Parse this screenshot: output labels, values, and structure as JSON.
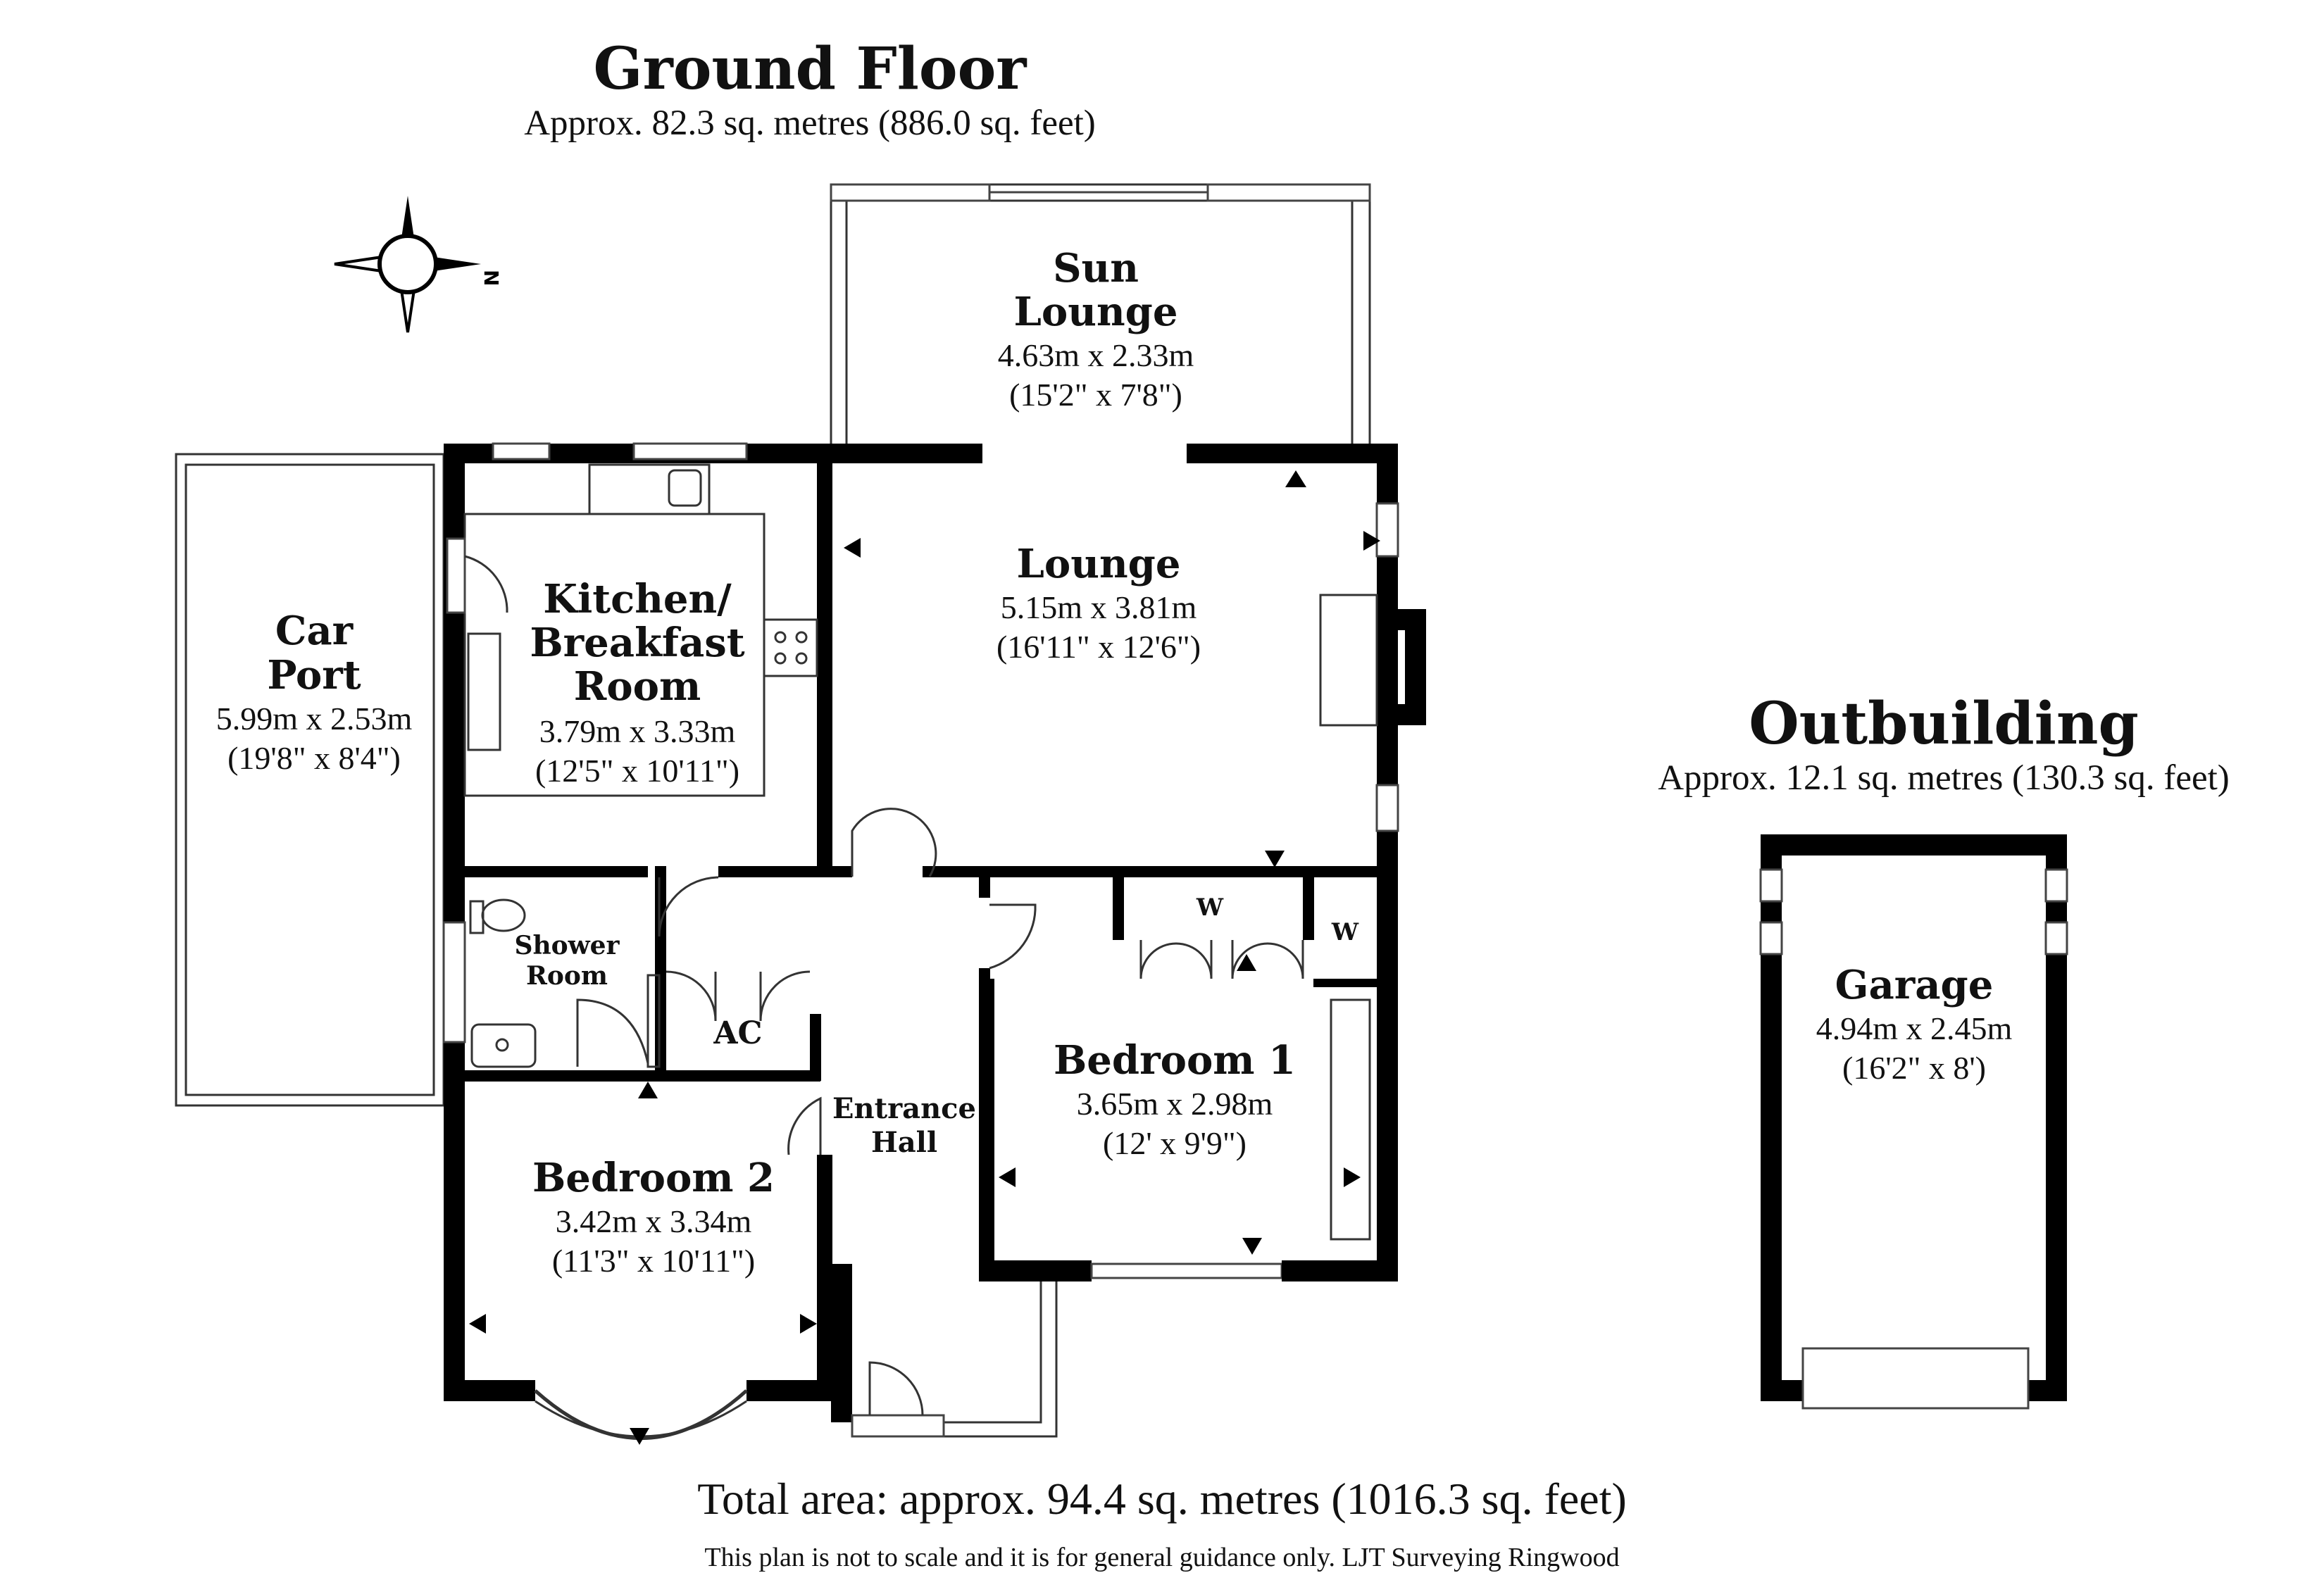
{
  "ground_floor": {
    "title": "Ground Floor",
    "area": "Approx. 82.3 sq. metres (886.0 sq. feet)"
  },
  "outbuilding": {
    "title": "Outbuilding",
    "area": "Approx. 12.1 sq. metres (130.3 sq. feet)"
  },
  "compass": {
    "label": "N",
    "icon": "compass-icon"
  },
  "rooms": {
    "sun_lounge": {
      "name1": "Sun",
      "name2": "Lounge",
      "metric": "4.63m x 2.33m",
      "imperial": "(15'2\" x 7'8\")"
    },
    "lounge": {
      "name": "Lounge",
      "metric": "5.15m x 3.81m",
      "imperial": "(16'11\" x 12'6\")"
    },
    "kitchen": {
      "name1": "Kitchen/",
      "name2": "Breakfast",
      "name3": "Room",
      "metric": "3.79m x 3.33m",
      "imperial": "(12'5\" x 10'11\")"
    },
    "car_port": {
      "name1": "Car",
      "name2": "Port",
      "metric": "5.99m x 2.53m",
      "imperial": "(19'8\" x 8'4\")"
    },
    "shower": {
      "name1": "Shower",
      "name2": "Room"
    },
    "ac": {
      "name": "AC"
    },
    "hall": {
      "name1": "Entrance",
      "name2": "Hall"
    },
    "bedroom1": {
      "name": "Bedroom 1",
      "metric": "3.65m x 2.98m",
      "imperial": "(12' x 9'9\")"
    },
    "bedroom2": {
      "name": "Bedroom 2",
      "metric": "3.42m x 3.34m",
      "imperial": "(11'3\" x 10'11\")"
    },
    "wardrobe": {
      "w1": "W",
      "w2": "W"
    },
    "garage": {
      "name": "Garage",
      "metric": "4.94m x 2.45m",
      "imperial": "(16'2\" x 8')"
    }
  },
  "footer": {
    "total": "Total area: approx. 94.4 sq. metres (1016.3 sq. feet)",
    "disclaimer": "This plan is not to scale and it is for general guidance only. LJT Surveying Ringwood"
  }
}
